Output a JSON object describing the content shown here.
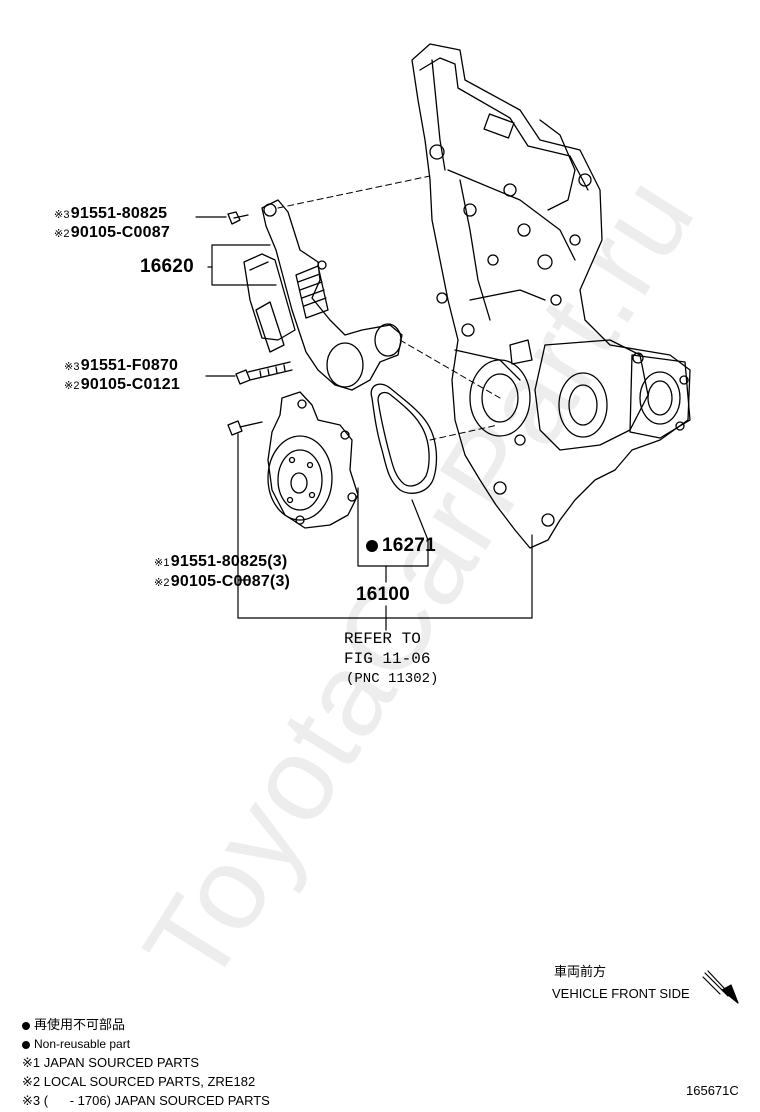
{
  "watermark": "ToyotaCarPart.ru",
  "labels": {
    "bolt_top_p3": "91551-80825",
    "bolt_top_p2": "90105-C0087",
    "tensioner": "16620",
    "bolt_mid_p3": "91551-F0870",
    "bolt_mid_p2": "90105-C0121",
    "gasket": "16271",
    "bolt_low_p1": "91551-80825(3)",
    "bolt_low_p2": "90105-C0087(3)",
    "water_pump": "16100"
  },
  "marks": {
    "m1": "※1",
    "m2": "※2",
    "m3": "※3"
  },
  "refer": {
    "line1": "REFER TO",
    "line2": "FIG 11-06",
    "line3": "(PNC 11302)"
  },
  "direction": {
    "jp": "車両前方",
    "en": "VEHICLE FRONT SIDE"
  },
  "legend": {
    "nonreusable_jp": "再使用不可部品",
    "nonreusable_en": "Non-reusable part",
    "note1": "※1 JAPAN SOURCED PARTS",
    "note2": "※2 LOCAL SOURCED PARTS, ZRE182",
    "note3": "※3 (      - 1706) JAPAN SOURCED PARTS"
  },
  "figure_id": "165671C"
}
